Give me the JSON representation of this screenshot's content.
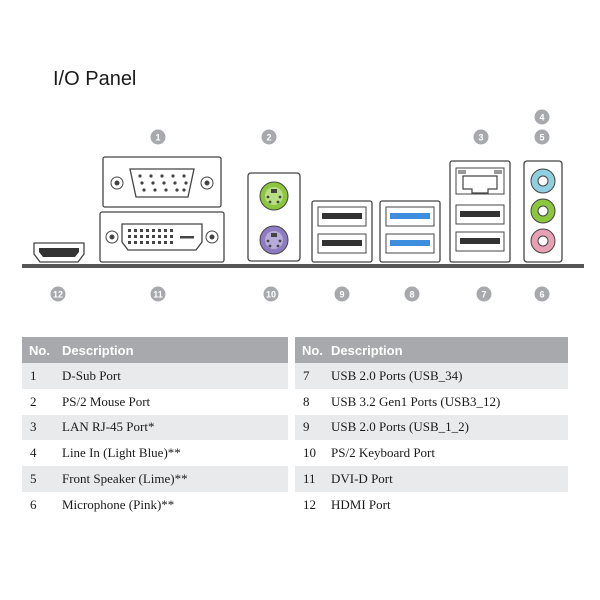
{
  "title": "I/O Panel",
  "badges": {
    "b1": "1",
    "b2": "2",
    "b3": "3",
    "b4": "4",
    "b5": "5",
    "b6": "6",
    "b7": "7",
    "b8": "8",
    "b9": "9",
    "b10": "10",
    "b11": "11",
    "b12": "12"
  },
  "table_left": {
    "header_no": "No.",
    "header_desc": "Description",
    "rows": [
      {
        "no": "1",
        "desc": "D-Sub Port"
      },
      {
        "no": "2",
        "desc": "PS/2 Mouse Port"
      },
      {
        "no": "3",
        "desc": "LAN RJ-45 Port*"
      },
      {
        "no": "4",
        "desc": "Line In (Light Blue)**"
      },
      {
        "no": "5",
        "desc": "Front Speaker (Lime)**"
      },
      {
        "no": "6",
        "desc": "Microphone (Pink)**"
      }
    ]
  },
  "table_right": {
    "header_no": "No.",
    "header_desc": "Description",
    "rows": [
      {
        "no": "7",
        "desc": "USB 2.0 Ports (USB_34)"
      },
      {
        "no": "8",
        "desc": "USB 3.2 Gen1 Ports (USB3_12)"
      },
      {
        "no": "9",
        "desc": "USB 2.0 Ports (USB_1_2)"
      },
      {
        "no": "10",
        "desc": "PS/2 Keyboard Port"
      },
      {
        "no": "11",
        "desc": "DVI-D Port"
      },
      {
        "no": "12",
        "desc": "HDMI Port"
      }
    ]
  },
  "colors": {
    "line_in": "#8fcfe0",
    "front_speaker": "#8cc63f",
    "microphone": "#e8a0b4",
    "ps2_mouse": "#8cc63f",
    "ps2_keyboard": "#8e7cc3",
    "usb3": "#3e8ede",
    "badge": "#a7a9ac",
    "header": "#a7a9ac"
  }
}
